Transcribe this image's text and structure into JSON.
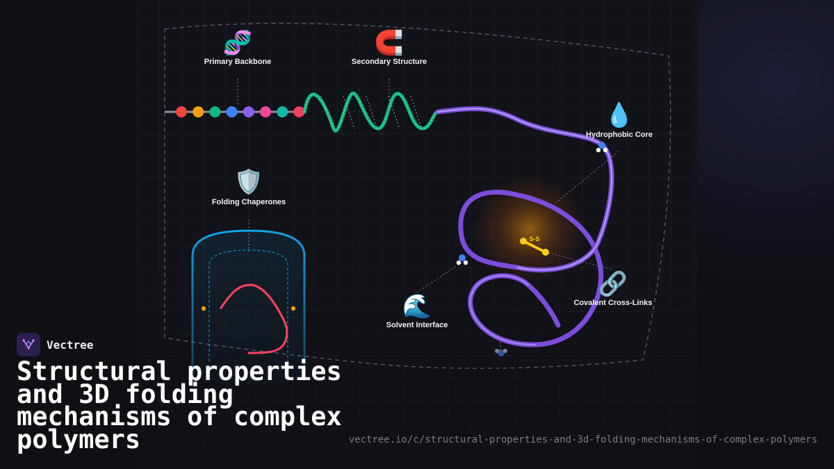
{
  "brand": {
    "name": "Vectree",
    "logo_icon": "vectree-logo-icon"
  },
  "title": "Structural properties and 3D folding mechanisms of complex polymers",
  "url": "vectree.io/c/structural-properties-and-3d-folding-mechanisms-of-complex-polymers",
  "diagram": {
    "nodes": [
      {
        "id": "primary",
        "label": "Primary Backbone",
        "icon": "🧬",
        "icon_name": "dna-icon"
      },
      {
        "id": "secondary",
        "label": "Secondary Structure",
        "icon": "🧲",
        "icon_name": "magnet-icon"
      },
      {
        "id": "hydrophobic",
        "label": "Hydrophobic Core",
        "icon": "💧",
        "icon_name": "droplet-icon"
      },
      {
        "id": "chaperones",
        "label": "Folding Chaperones",
        "icon": "🛡️",
        "icon_name": "shield-icon"
      },
      {
        "id": "solvent",
        "label": "Solvent Interface",
        "icon": "🌊",
        "icon_name": "wave-icon"
      },
      {
        "id": "crosslinks",
        "label": "Covalent Cross-Links",
        "icon": "🔗",
        "icon_name": "link-icon"
      }
    ],
    "bond_label": "S-S",
    "bead_colors": [
      "#ef4444",
      "#f59e0b",
      "#10b981",
      "#3b82f6",
      "#8b5cf6",
      "#ec4899",
      "#14b8a6",
      "#f43f5e"
    ],
    "colors": {
      "helix": "#10b981",
      "chain": "#8b5cf6",
      "bond": "#facc15",
      "chaperone": "#0ea5e9",
      "substrate": "#f43f5e",
      "glow": "#f59e0b"
    }
  }
}
